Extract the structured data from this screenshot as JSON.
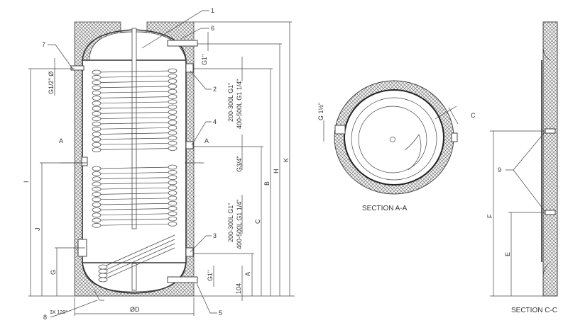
{
  "title": "Hot water storage tank with two coils - technical drawing",
  "callouts": [
    "1",
    "2",
    "3",
    "4",
    "5",
    "6",
    "7",
    "8",
    "9"
  ],
  "dimensions": {
    "I": "I",
    "J": "J",
    "G": "G",
    "A": "A",
    "B": "B",
    "C": "C",
    "H": "H",
    "K": "K",
    "D": "ØD",
    "E": "E",
    "F": "F",
    "h104": "104"
  },
  "connections": {
    "top_outlet": "G1\"",
    "sensor": "G1/2\" Ø",
    "upper_coil_1": "200-300L G1\"",
    "upper_coil_2": "400-500L G1 1/4\"",
    "mid": "G3/4\"",
    "lower_coil_1": "200-300L G1\"",
    "lower_coil_2": "400-500L G1 1/4\"",
    "bottom_inlet": "G1\"",
    "flange": "G 1½\""
  },
  "feet_note": "3X 120°",
  "section_marks": {
    "a": "A",
    "c": "C"
  },
  "sections": {
    "aa": "SECTION A-A",
    "cc": "SECTION C-C"
  }
}
